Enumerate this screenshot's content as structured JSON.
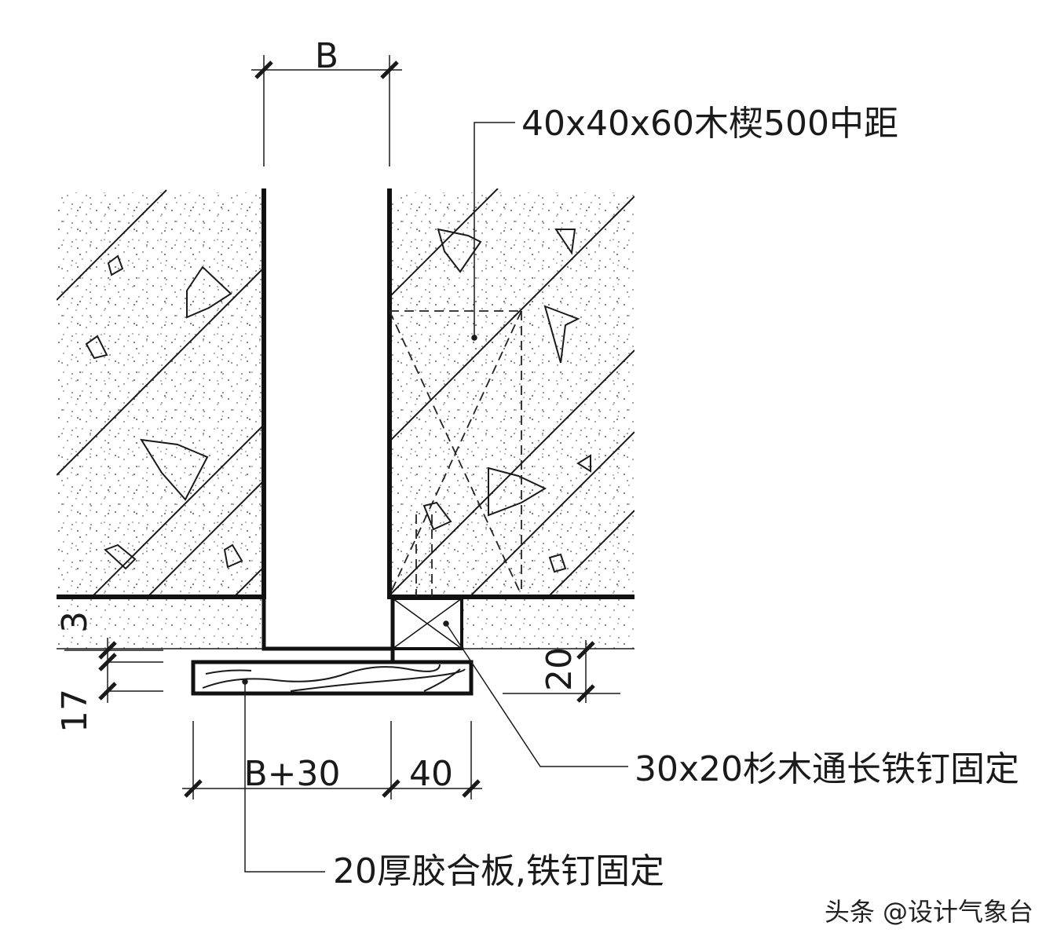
{
  "dimensions": {
    "top_width": "B",
    "bottom_left": "B+30",
    "bottom_right": "40",
    "left_top": "3",
    "left_bottom": "17",
    "right_height": "20"
  },
  "callouts": {
    "wedge": "40x40x60木楔500中距",
    "batten": "30x20杉木通长铁钉固定",
    "plywood": "20厚胶合板,铁钉固定"
  },
  "watermark": "头条 @设计气象台",
  "colors": {
    "line": "#1a1a1a",
    "background": "#ffffff"
  }
}
